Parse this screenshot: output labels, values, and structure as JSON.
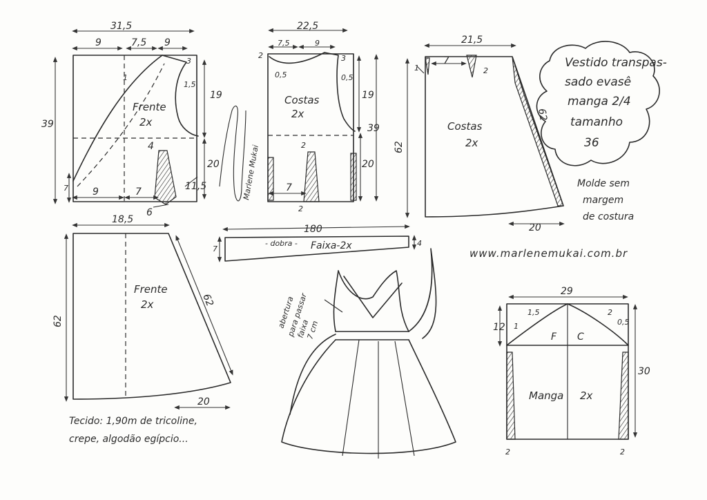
{
  "front_bodice": {
    "label": "Frente",
    "qty": "2x",
    "dims": {
      "total_width": "31,5",
      "top_a": "9",
      "top_b": "7,5",
      "top_c": "9",
      "height": "39",
      "side": "19",
      "shoulder_drop": "3",
      "neck": "1,5",
      "curve": "1",
      "dart_w": "4",
      "waist_side": "20",
      "bottom_left": "9",
      "bottom_mid": "7",
      "bottom_right": "11,5",
      "left_small": "7",
      "dart_depth": "6"
    }
  },
  "back_bodice": {
    "label": "Costas",
    "qty": "2x",
    "dims": {
      "total_width": "22,5",
      "top_a": "7,5",
      "top_b": "9",
      "left_tick": "2",
      "shoulder": "3",
      "neck_a": "0,5",
      "neck_b": "0,5",
      "side": "19",
      "height": "39",
      "lower": "20",
      "dart_top": "2",
      "bottom": "7",
      "dart_bottom": "2"
    }
  },
  "back_skirt": {
    "label": "Costas",
    "qty": "2x",
    "dims": {
      "top": "21,5",
      "left_tick": "1",
      "dart_w": "7",
      "dart_depth": "2",
      "height": "62",
      "slant": "62",
      "hem": "20"
    }
  },
  "front_skirt": {
    "label": "Frente",
    "qty": "2x",
    "dims": {
      "top": "18,5",
      "height": "62",
      "slant": "62",
      "hem": "20"
    }
  },
  "sash": {
    "label": "Faixa-2x",
    "fold": "- dobra -",
    "dims": {
      "length": "180",
      "left_h": "7",
      "right_h": "4"
    }
  },
  "sleeve": {
    "label": "Manga",
    "qty": "2x",
    "f": "F",
    "c": "C",
    "dims": {
      "width": "29",
      "cap": "12",
      "height": "30",
      "a": "1,5",
      "b": "2",
      "c": "0,5",
      "d": "1",
      "hem_l": "2",
      "hem_r": "2"
    }
  },
  "title_note": [
    "Vestido transpas-",
    "sado evasê",
    "manga 2/4",
    "tamanho",
    "36"
  ],
  "margin_note": [
    "Molde sem",
    "margem",
    "de costura"
  ],
  "website": "www.marlenemukai.com.br",
  "fabric_note": [
    "Tecido: 1,90m  de tricoline,",
    "crepe, algodão egípcio..."
  ],
  "opening_note": [
    "abertura",
    "para passar",
    "faixa",
    "7 cm"
  ],
  "signature": "Marlene Mukai"
}
